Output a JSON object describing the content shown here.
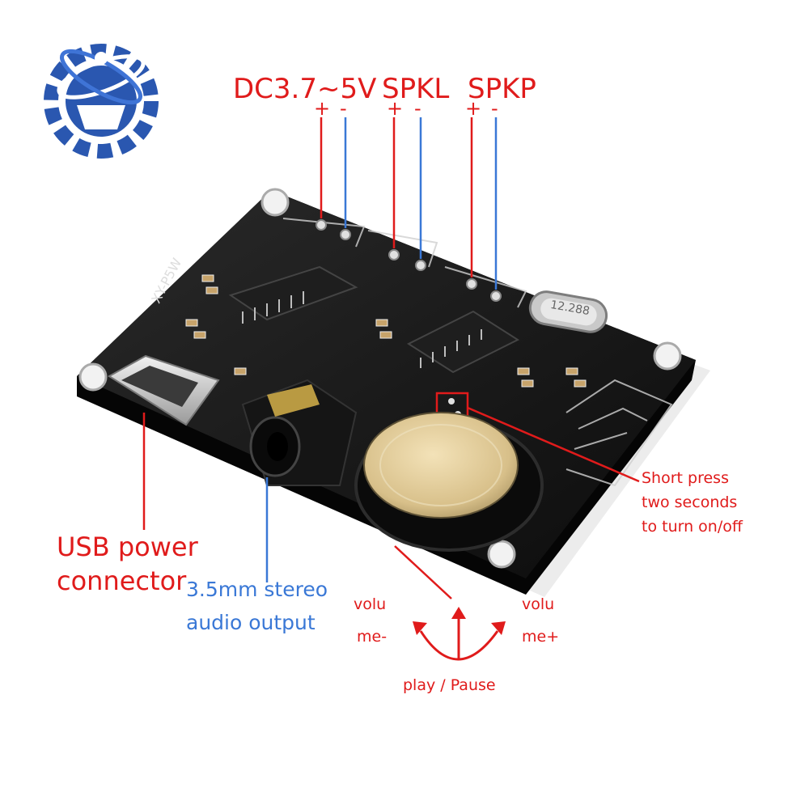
{
  "labels": {
    "dc": "DC3.7~5V",
    "spkl": "SPKL",
    "spkp": "SPKP",
    "plus": "+",
    "minus": "-",
    "usb_line1": "USB power",
    "usb_line2": "connector",
    "audio_line1": "3.5mm stereo",
    "audio_line2": "audio output",
    "vol_minus_line1": "volu",
    "vol_minus_line2": "me-",
    "vol_plus_line1": "volu",
    "vol_plus_line2": "me+",
    "play_pause": "play / Pause",
    "press_line1": "Short press",
    "press_line2": "two seconds",
    "press_line3": "to turn on/off"
  },
  "board": {
    "silkscreen": "XY-P5W",
    "crystal": "12.288"
  },
  "colors": {
    "red": "#e01b1b",
    "blue": "#3a78d6",
    "board": "#141414",
    "logo": "#2a57b0"
  }
}
